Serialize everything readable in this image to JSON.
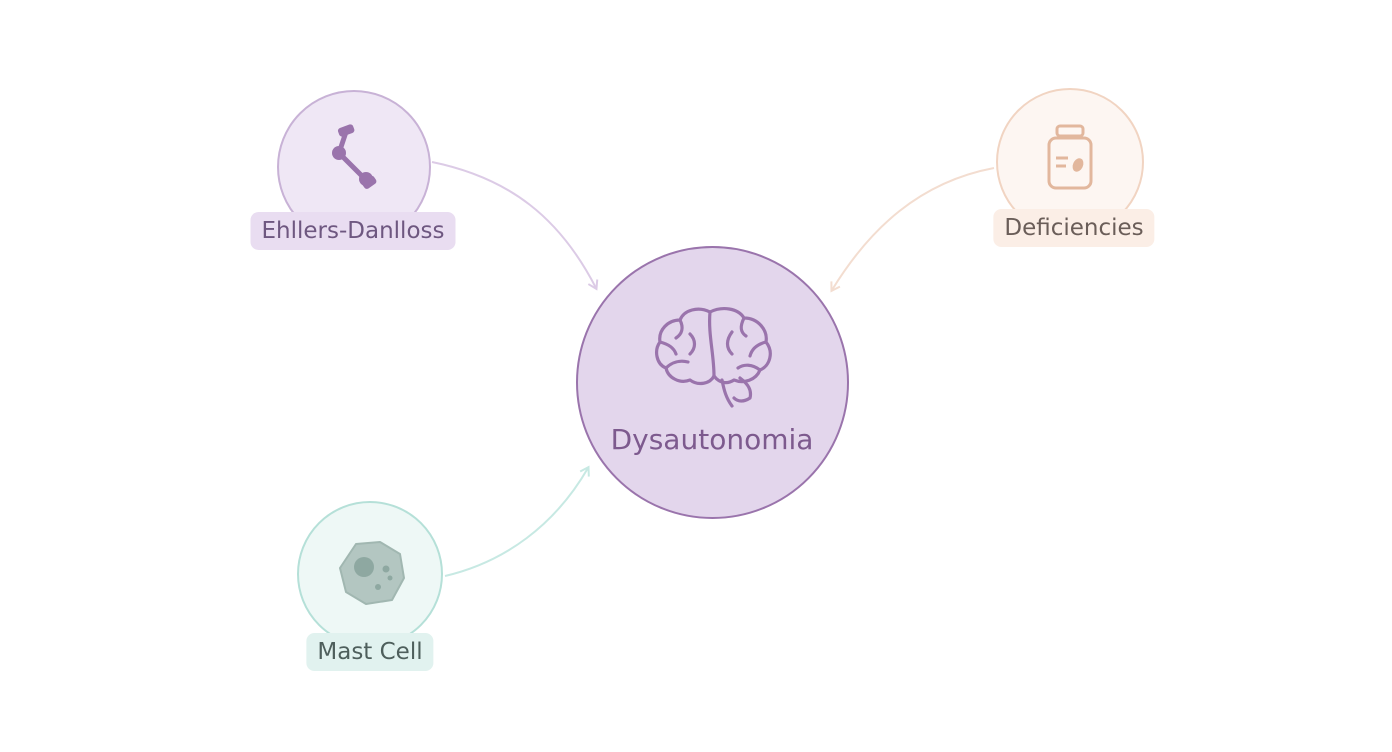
{
  "diagram": {
    "center": {
      "label": "Dysautonomia",
      "icon": "brain-icon",
      "fill": "#e3d6ec",
      "stroke": "#9a74ac",
      "text_color": "#7d5a8e"
    },
    "nodes": [
      {
        "id": "ehlers-danlos",
        "label": "Ehllers-Danlloss",
        "icon": "bone-icon",
        "fill": "#efe7f5",
        "stroke": "#c8b2d6",
        "label_bg": "#e9ddf1",
        "text_color": "#6e5780",
        "arrow_color": "#dccbe6"
      },
      {
        "id": "deficiencies",
        "label": "Deficiencies",
        "icon": "supplement-bottle-icon",
        "fill": "#fdf6f2",
        "stroke": "#f1d4c2",
        "label_bg": "#fbeee6",
        "text_color": "#6a5d58",
        "arrow_color": "#f3ddd0"
      },
      {
        "id": "mast-cell",
        "label": "Mast Cell",
        "icon": "cell-icon",
        "fill": "#eef8f6",
        "stroke": "#b5e0d8",
        "label_bg": "#e1f2ef",
        "text_color": "#4e5f5c",
        "arrow_color": "#c7e9e3"
      }
    ]
  }
}
